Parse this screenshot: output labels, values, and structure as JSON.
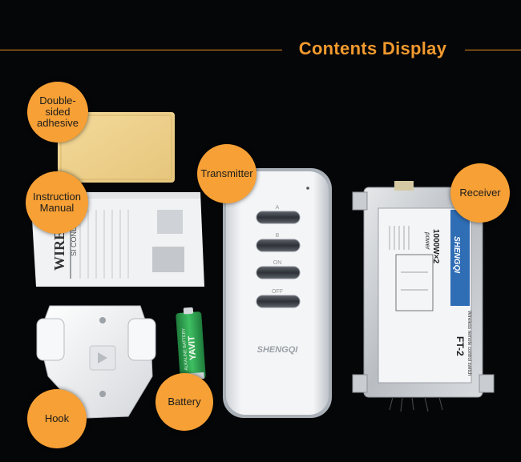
{
  "title": "Contents Display",
  "colors": {
    "accent": "#f7a035",
    "title": "#f29a2e",
    "background": "#050608"
  },
  "callouts": {
    "adhesive": "Double-\nsided\nadhesive",
    "manual": "Instruction\nManual",
    "transmitter": "Transmitter",
    "receiver": "Receiver",
    "hook": "Hook",
    "battery": "Battery"
  },
  "remote": {
    "buttons": [
      "A",
      "B",
      "ON",
      "OFF"
    ],
    "brand": "SHENGQI"
  },
  "receiver": {
    "brand": "SHENGQI",
    "model": "FT-2",
    "power": "1000W×2",
    "power_label": "power",
    "subtitle": "Wireless remote control switch"
  },
  "manual": {
    "heading": "WIREL",
    "subheading": "SI CONDU"
  },
  "battery": {
    "brand": "YAVIT",
    "text": "ALKALINE BATTERY"
  }
}
